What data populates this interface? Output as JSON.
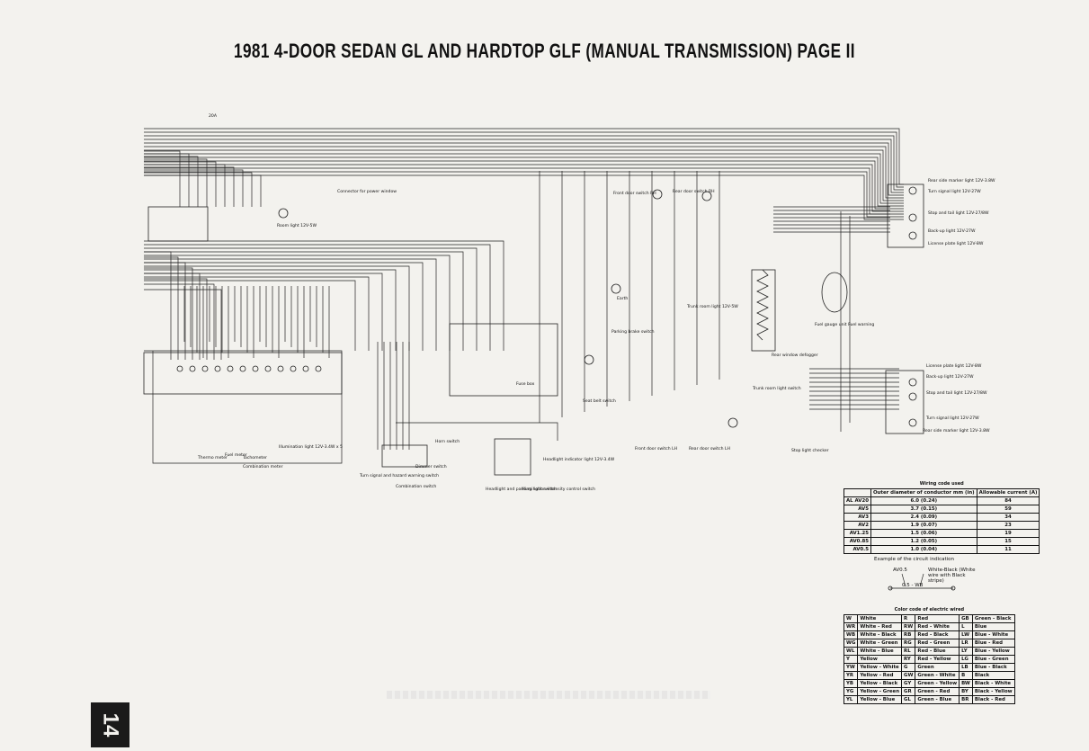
{
  "title": "1981 4-DOOR SEDAN GL AND HARDTOP GLF (MANUAL TRANSMISSION) PAGE II",
  "page_number": "14",
  "labels": {
    "fuse": "20A",
    "connector_power_window": "Connector for power window",
    "room_light": "Room light 12V-5W",
    "front_door_switch_rh": "Front door switch RH",
    "rear_door_switch_rh": "Rear door switch RH",
    "earth": "Earth",
    "parking_brake_switch": "Parking brake switch",
    "trunk_room_light": "Trunk room light 12V-5W",
    "fuel_gauge_unit": "Fuel gauge unit Fuel warning",
    "rear_window_defogger": "Rear window defogger",
    "trunk_room_light_switch": "Trunk room light switch",
    "front_door_switch_lh": "Front door switch LH",
    "rear_door_switch_lh": "Rear door switch LH",
    "stop_light_checker": "Stop light checker",
    "seat_belt_switch": "Seat belt switch",
    "fuse_box": "Fuse box",
    "turn_signal_hazard": "Turn signal and hazard warning switch",
    "combination_switch": "Combination switch",
    "dimmer_switch": "Dimmer switch",
    "horn_switch": "Horn switch",
    "headlight_parking": "Headlight and parking light switch",
    "illumination_control": "Illumination intensity control switch",
    "headlight_indicator": "Headlight indicator light 12V-3.4W",
    "illumination_light": "Illumination light 12V-3.4W x 5",
    "tachometer": "Tachometer",
    "fuel_meter": "Fuel meter",
    "thermo_meter": "Thermo meter",
    "combination_meter": "Combination meter",
    "rear_side_marker_r": "Rear side marker light 12V-3.8W",
    "turn_signal_r": "Turn signal light 12V-27W",
    "stop_tail_r": "Stop and tail light 12V-27/8W",
    "backup_r": "Back-up light 12V-27W",
    "license_r": "License plate light 12V-8W",
    "license_l": "License plate light 12V-8W",
    "backup_l": "Back-up light 12V-27W",
    "stop_tail_l": "Stop and tail light 12V-27/8W",
    "turn_signal_l": "Turn signal light 12V-27W",
    "rear_side_marker_l": "Rear side marker light 12V-3.8W"
  },
  "wiring_table": {
    "caption": "Wiring code used",
    "headers": [
      "",
      "Outer diameter of conductor mm (in)",
      "Allowable current (A)"
    ],
    "rows": [
      [
        "AL AV20",
        "6.0 (0.24)",
        "84"
      ],
      [
        "AV5",
        "3.7 (0.15)",
        "59"
      ],
      [
        "AV3",
        "2.4 (0.09)",
        "34"
      ],
      [
        "AV2",
        "1.9 (0.07)",
        "23"
      ],
      [
        "AV1.25",
        "1.5 (0.06)",
        "19"
      ],
      [
        "AV0.85",
        "1.2 (0.05)",
        "15"
      ],
      [
        "AV0.5",
        "1.0 (0.04)",
        "11"
      ]
    ]
  },
  "circuit_example": {
    "caption": "Example of the circuit indication",
    "code": "AV0.5",
    "wire": "0.5 - WB",
    "note": "White-Black (White wire with Black stripe)"
  },
  "color_table": {
    "caption": "Color code of electric wired",
    "rows": [
      [
        "W",
        "White",
        "R",
        "Red",
        "GB",
        "Green - Black"
      ],
      [
        "WR",
        "White - Red",
        "RW",
        "Red - White",
        "L",
        "Blue"
      ],
      [
        "WB",
        "White - Black",
        "RB",
        "Red - Black",
        "LW",
        "Blue - White"
      ],
      [
        "WG",
        "White - Green",
        "RG",
        "Red - Green",
        "LR",
        "Blue - Red"
      ],
      [
        "WL",
        "White - Blue",
        "RL",
        "Red - Blue",
        "LY",
        "Blue - Yellow"
      ],
      [
        "Y",
        "Yellow",
        "RY",
        "Red - Yellow",
        "LG",
        "Blue - Green"
      ],
      [
        "YW",
        "Yellow - White",
        "G",
        "Green",
        "LB",
        "Blue - Black"
      ],
      [
        "YR",
        "Yellow - Red",
        "GW",
        "Green - White",
        "B",
        "Black"
      ],
      [
        "YB",
        "Yellow - Black",
        "GY",
        "Green - Yellow",
        "BW",
        "Black - White"
      ],
      [
        "YG",
        "Yellow - Green",
        "GR",
        "Green - Red",
        "BY",
        "Black - Yellow"
      ],
      [
        "YL",
        "Yellow - Blue",
        "GL",
        "Green - Blue",
        "BR",
        "Black - Red"
      ]
    ]
  }
}
